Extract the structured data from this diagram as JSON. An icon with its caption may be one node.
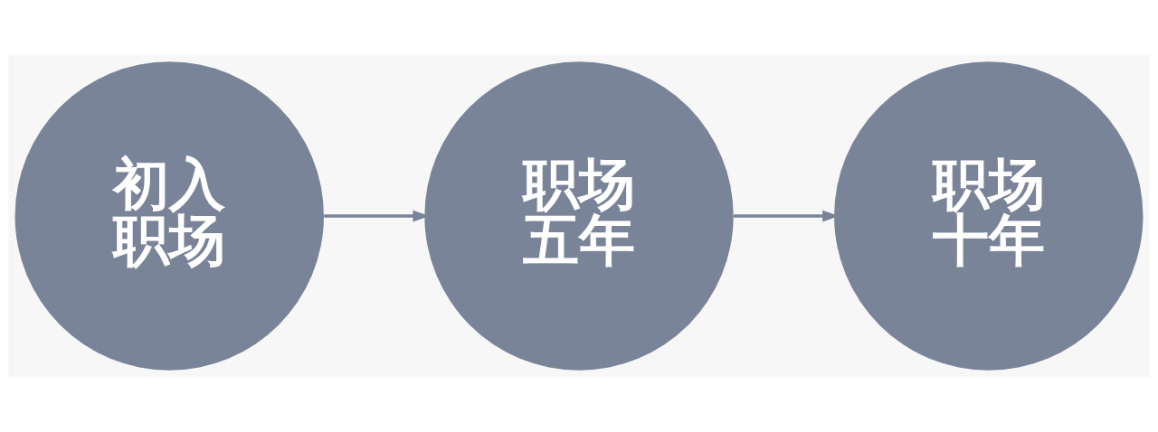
{
  "diagram": {
    "nodes": [
      {
        "text": [
          "初入职场"
        ]
      },
      {
        "text": [
          "职场五年"
        ]
      },
      {
        "text": [
          "职场十年"
        ]
      }
    ],
    "edges": [
      {
        "from": 0,
        "to": 1,
        "arrow": "to"
      },
      {
        "from": 1,
        "to": 2,
        "arrow": "to"
      }
    ]
  }
}
